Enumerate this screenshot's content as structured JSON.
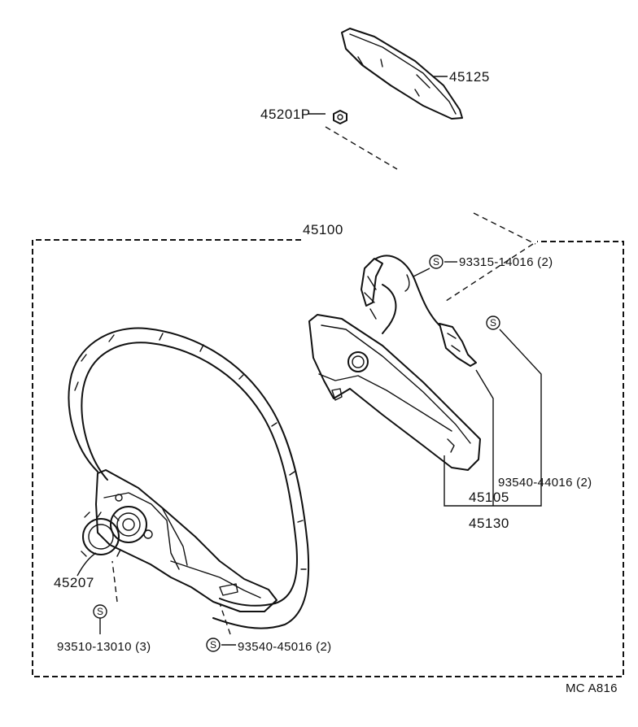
{
  "labels": {
    "pad": "45125",
    "nut": "45201P",
    "assembly": "45100",
    "screw_pad": "93315-14016 (2)",
    "screw_pad_mark": "S",
    "pad_assy": "45105",
    "pad_cover": "45130",
    "screw_pad_lower": "93540-44016 (2)",
    "screw_pad_lower_mark": "S",
    "plate": "45207",
    "screw_plate_mark": "S",
    "screw_plate": "93510-13010 (3)",
    "screw_wheel_mark": "S",
    "screw_wheel": "93540-45016 (2)",
    "drawing_code": "MC A816"
  }
}
